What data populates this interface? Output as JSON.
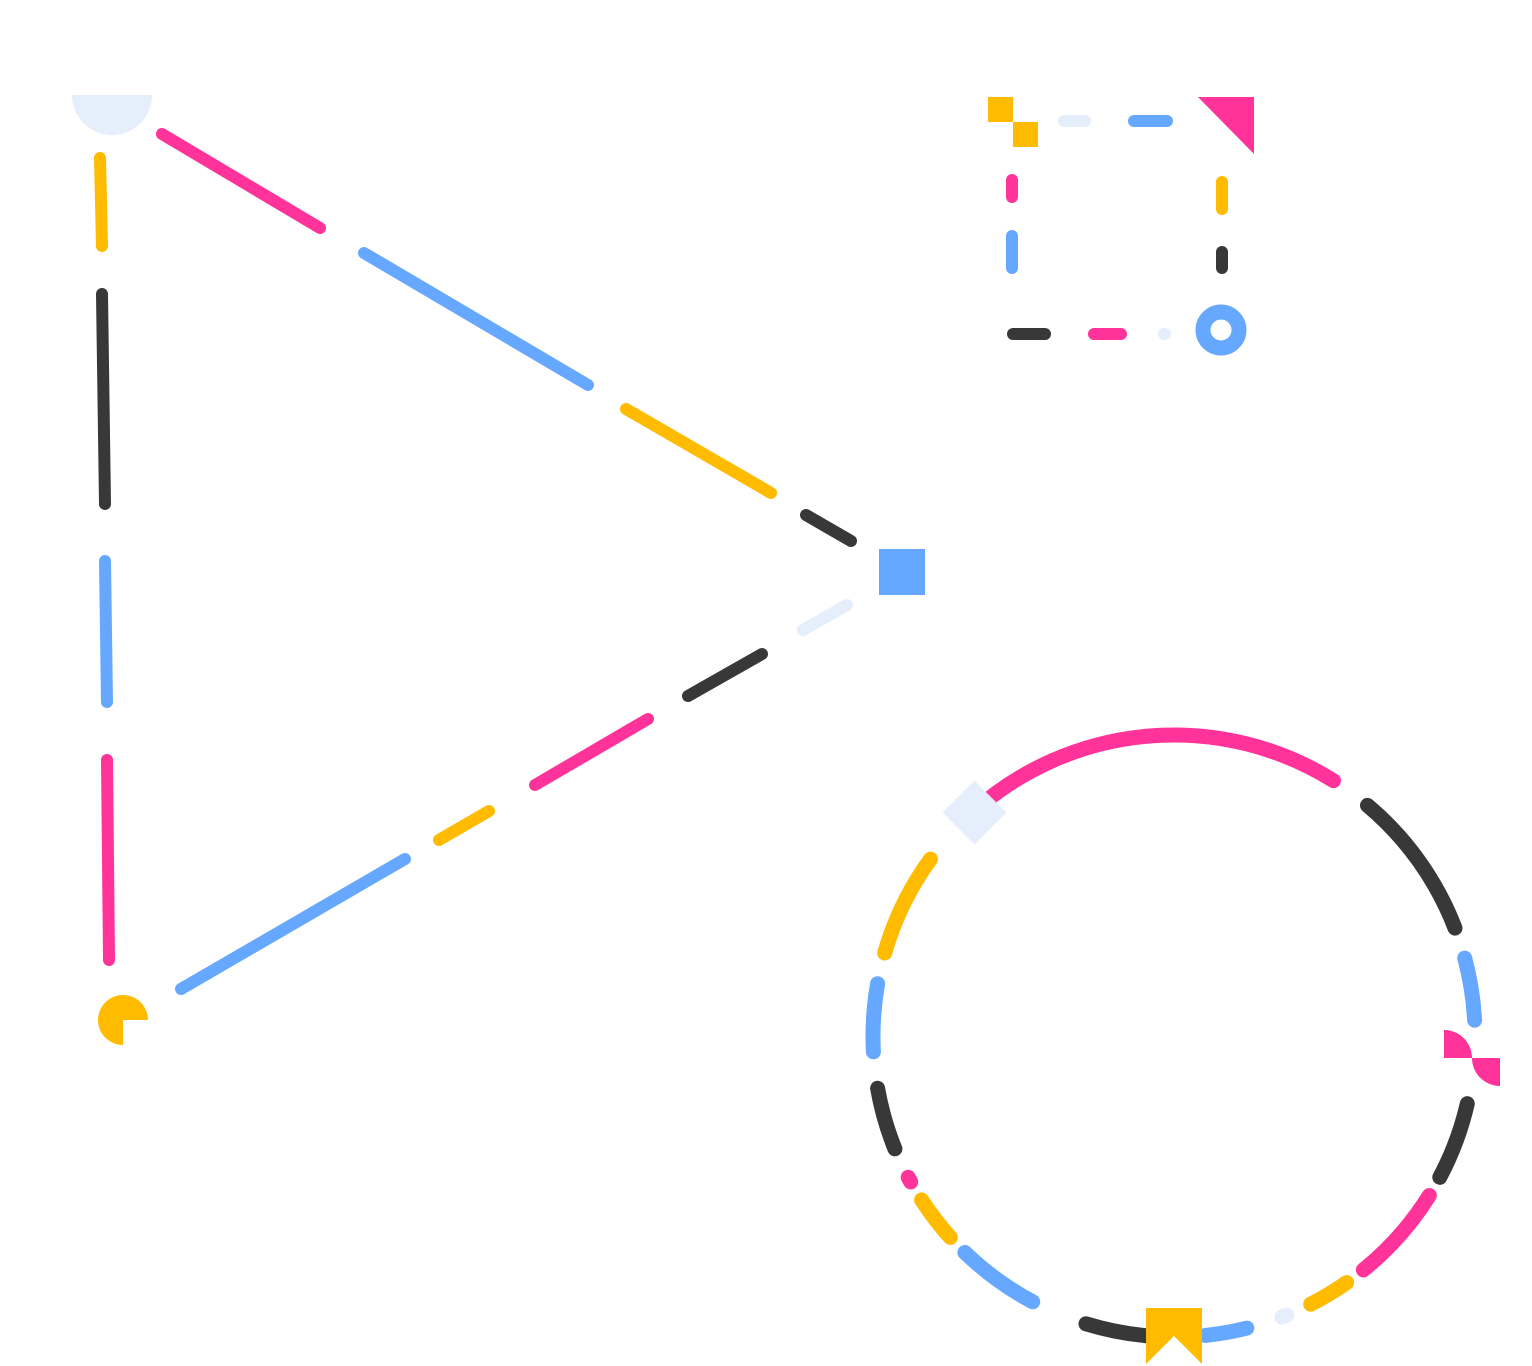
{
  "colors": {
    "pink": "#FF3399",
    "blue": "#66A8FF",
    "yellow": "#FFBB00",
    "dark": "#383838",
    "pale": "#E5EFFC",
    "background": "#FFFFFF"
  },
  "triangle": {
    "left_edge_colors": [
      "yellow",
      "dark",
      "blue",
      "pink"
    ],
    "top_edge_colors": [
      "pink",
      "blue",
      "yellow",
      "dark"
    ],
    "bottom_edge_colors": [
      "pale",
      "dark",
      "pink",
      "yellow",
      "blue"
    ],
    "vertex_shapes": [
      "pale-half-circle",
      "blue-square",
      "yellow-pacman"
    ]
  },
  "small_square": {
    "top_edge_colors": [
      "pale",
      "blue"
    ],
    "right_edge_colors": [
      "yellow",
      "dark"
    ],
    "bottom_edge_colors": [
      "dark",
      "pink",
      "pale"
    ],
    "left_edge_colors": [
      "pink",
      "blue"
    ],
    "corner_shapes": [
      "yellow-checker",
      "pink-triangle",
      "blue-ring"
    ]
  },
  "circle": {
    "arc_colors": [
      "pink",
      "dark",
      "blue",
      "dark",
      "pink",
      "yellow",
      "pale",
      "blue",
      "dark",
      "blue",
      "yellow",
      "pink",
      "dark",
      "blue",
      "yellow"
    ],
    "markers": [
      "pale-diamond",
      "pink-quarter-circles",
      "yellow-bookmark"
    ]
  }
}
